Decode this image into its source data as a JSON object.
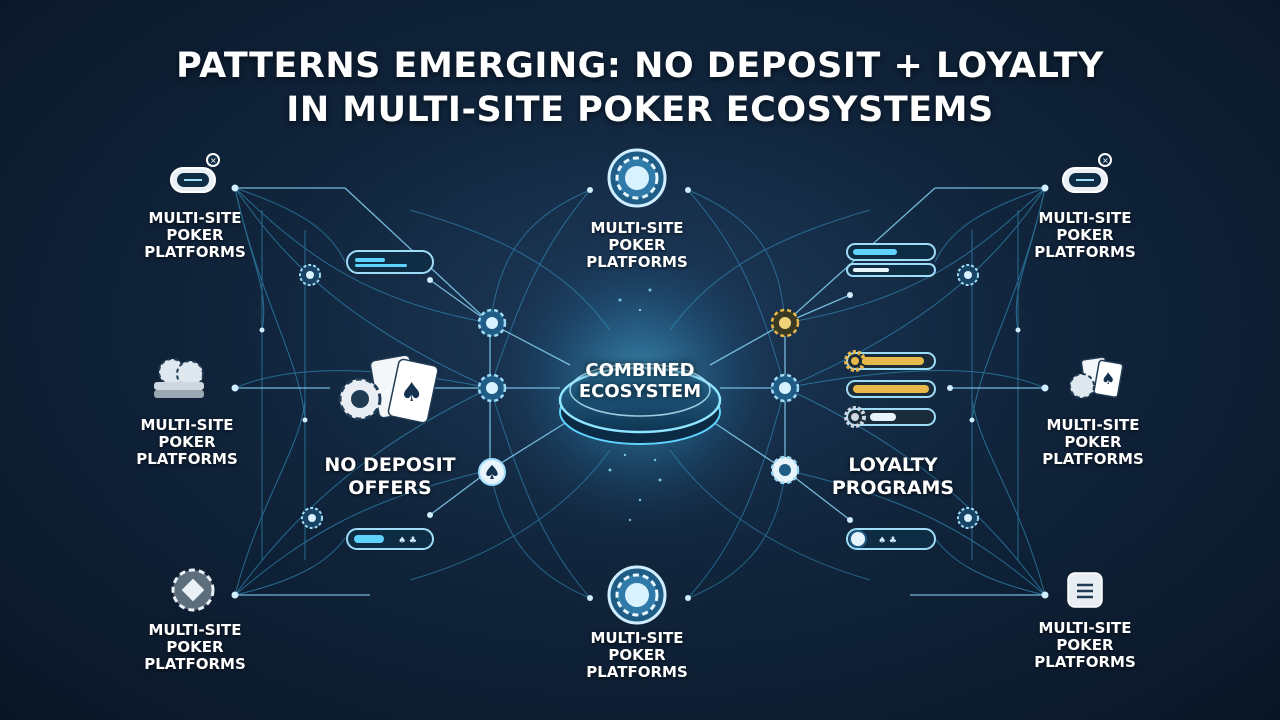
{
  "title": {
    "line1": "PATTERNS EMERGING: NO DEPOSIT + LOYALTY",
    "line2": "IN MULTI-SITE POKER ECOSYSTEMS"
  },
  "center": {
    "line1": "COMBINED",
    "line2": "ECOSYSTEM"
  },
  "no_deposit": {
    "line1": "NO DEPOSIT",
    "line2": "OFFERS"
  },
  "loyalty": {
    "line1": "LOYALTY",
    "line2": "PROGRAMS"
  },
  "platform": {
    "line1": "MULTI-SITE",
    "line2": "POKER",
    "line3": "PLATFORMS"
  },
  "colors": {
    "accent": "#38b6e8",
    "gold": "#e8b84a",
    "background": "#10243b"
  },
  "icons": [
    "poker-table-icon",
    "poker-chip-icon",
    "chip-stack-icon",
    "playing-cards-icon",
    "spade-icon",
    "menu-icon",
    "gear-icon"
  ]
}
